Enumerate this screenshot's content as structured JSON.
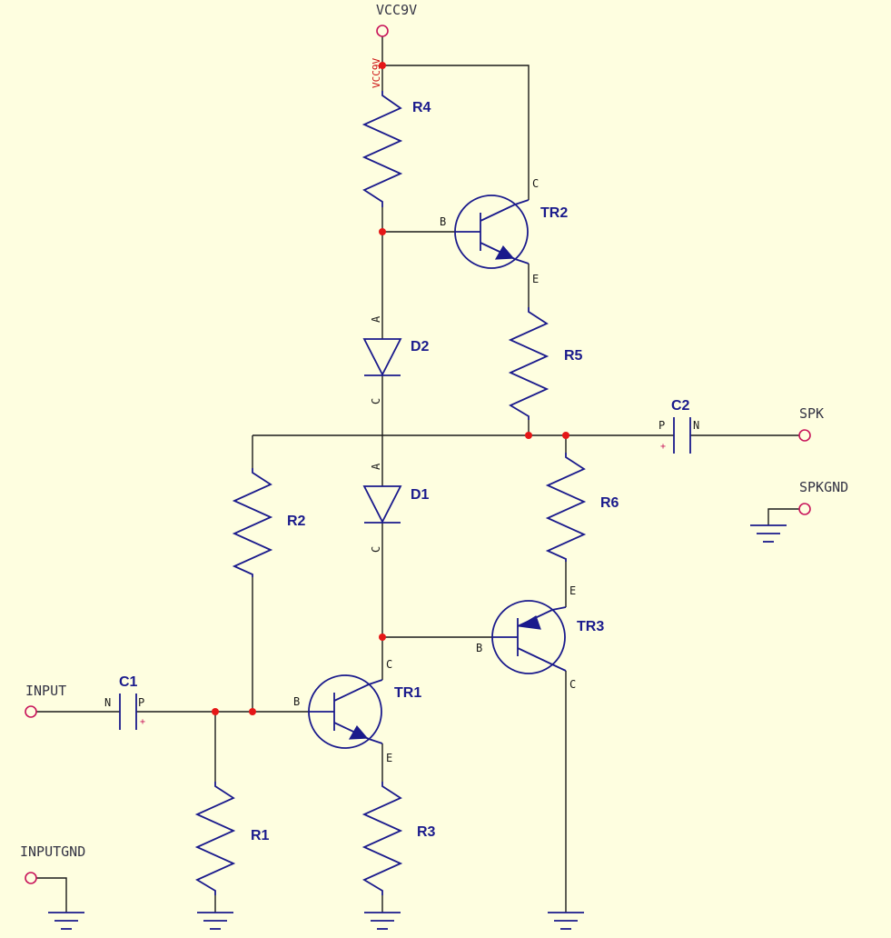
{
  "components": {
    "r1": "R1",
    "r2": "R2",
    "r3": "R3",
    "r4": "R4",
    "r5": "R5",
    "r6": "R6",
    "c1": "C1",
    "c2": "C2",
    "d1": "D1",
    "d2": "D2",
    "tr1": "TR1",
    "tr2": "TR2",
    "tr3": "TR3"
  },
  "ports": {
    "vcc": "VCC9V",
    "vcc_net": "VCC9V",
    "input": "INPUT",
    "inputgnd": "INPUTGND",
    "spk": "SPK",
    "spkgnd": "SPKGND"
  },
  "pins": {
    "base": "B",
    "collector": "C",
    "emitter": "E",
    "anode": "A",
    "cathode": "C",
    "cap_p": "P",
    "cap_n": "N",
    "plus": "+"
  },
  "colors": {
    "background": "#fefee0",
    "component": "#1a1a8c",
    "wire": "#1a1a1a",
    "junction": "#e51717",
    "port": "#c8145a"
  }
}
